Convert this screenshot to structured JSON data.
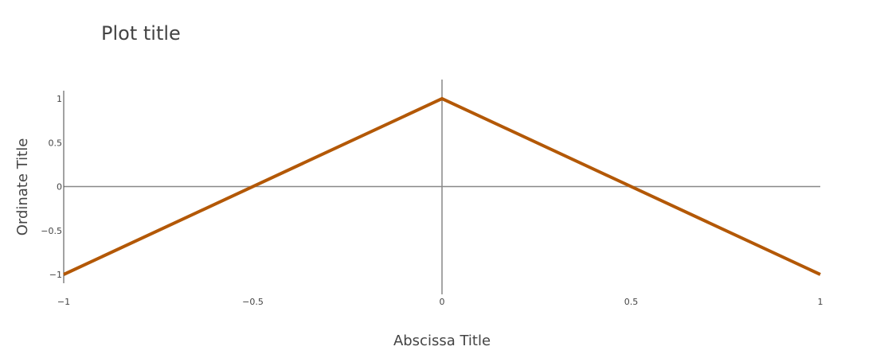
{
  "chart_data": {
    "type": "line",
    "title": "Plot title",
    "xlabel": "Abscissa Title",
    "ylabel": "Ordinate Title",
    "xlim": [
      -1,
      1
    ],
    "ylim": [
      -1,
      1
    ],
    "x_ticks": [
      -1,
      -0.5,
      0,
      0.5,
      1
    ],
    "x_tick_labels": [
      "−1",
      "−0.5",
      "0",
      "0.5",
      "1"
    ],
    "y_ticks": [
      -1,
      -0.5,
      0,
      0.5,
      1
    ],
    "y_tick_labels": [
      "−1",
      "−0.5",
      "0",
      "0.5",
      "1"
    ],
    "grid": false,
    "zero_lines": true,
    "series": [
      {
        "color": "#b35806",
        "x": [
          -1,
          0,
          1
        ],
        "y": [
          -1,
          1,
          -1
        ]
      }
    ]
  }
}
